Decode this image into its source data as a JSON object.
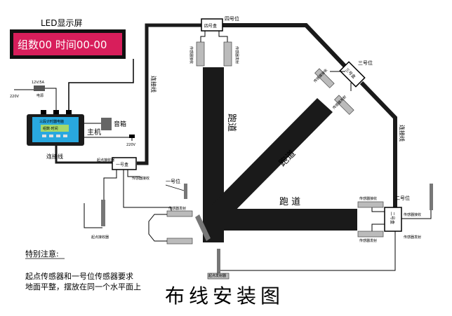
{
  "led": {
    "title": "LED显示屏",
    "screen_text": "组数00 时间00-00",
    "screen_bg": "#d81e5b",
    "screen_fg": "#ffffff"
  },
  "power": {
    "adapter": "12V/5A",
    "adapter_sub": "电源",
    "mains_left": "220V",
    "mains_right": "220V"
  },
  "host": {
    "label": "主机",
    "panel_title": "三段计时器电脑",
    "panel_lcd": "组数·时间",
    "panel_bg": "#29a8df"
  },
  "speaker": {
    "label": "音箱"
  },
  "cables": {
    "bottom_link": "连接线",
    "left_link": "连接线",
    "right_link": "连接线"
  },
  "boxes": {
    "box1": "一号盒",
    "box2": "二号盒",
    "box3": "三号盒",
    "box4": "四号盒"
  },
  "positions": {
    "pos1": "一号位",
    "pos2": "二号位",
    "pos3": "三号位",
    "pos4": "四号位"
  },
  "sensors": {
    "receiver": "传感器接收",
    "emitter": "传感器发射",
    "start_receiver": "起点接收器",
    "start_emitter": "起点发射器"
  },
  "track": {
    "vertical": "跑道",
    "diagonal": "跑道",
    "horizontal": "跑 道",
    "color": "#1a1a1a"
  },
  "notice": {
    "heading": "特别注意:",
    "line1": "起点传感器和一号位传感器要求",
    "line2": "地面平整，摆放在同一个水平面上"
  },
  "main_title": "布线安装图"
}
